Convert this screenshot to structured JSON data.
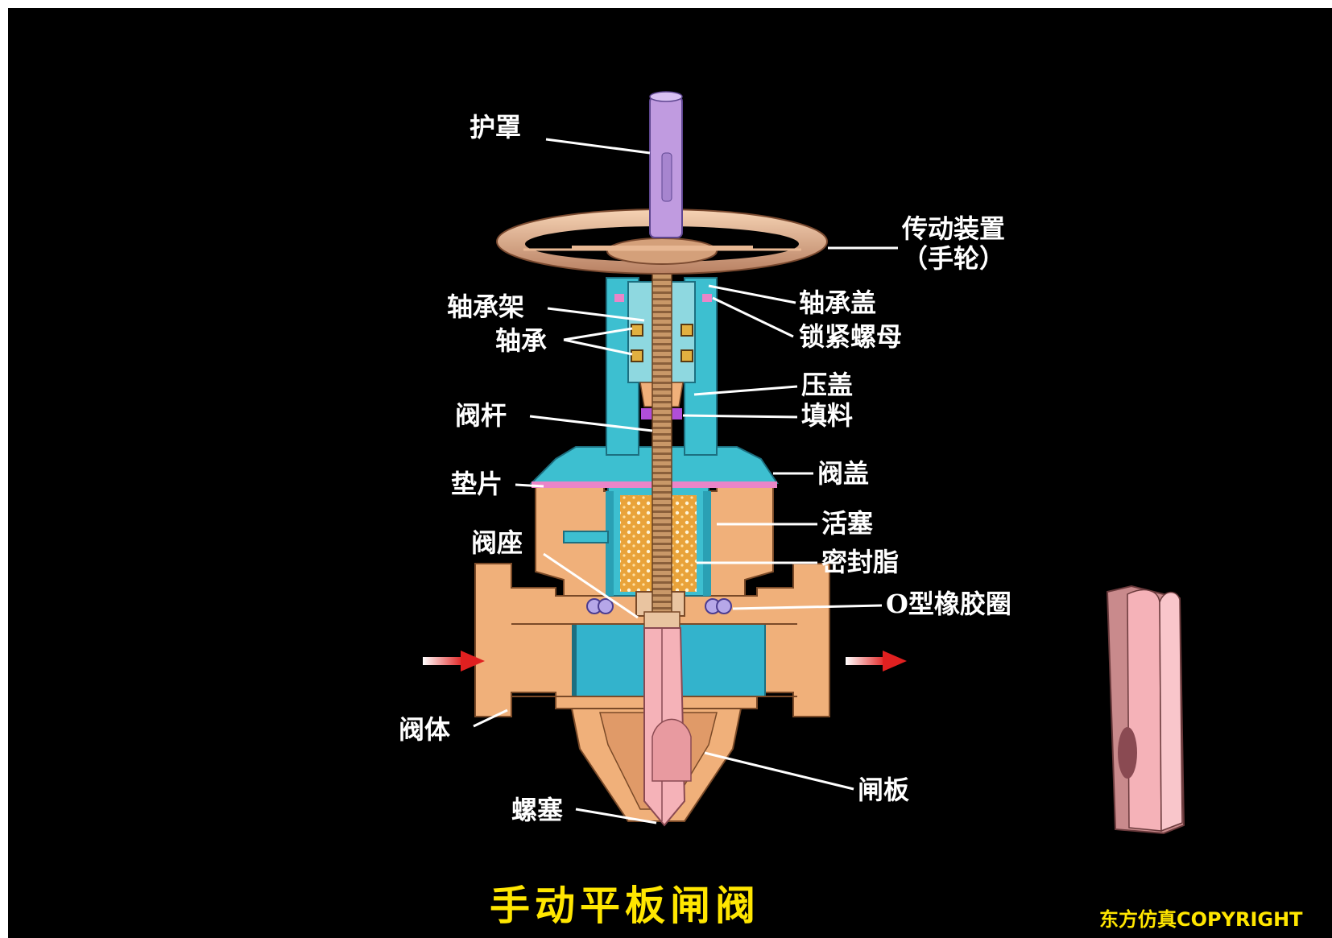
{
  "labels": {
    "hu_zhao": "护罩",
    "chuandong_l1": "传动装置",
    "chuandong_l2": "（手轮）",
    "zhouchengjia": "轴承架",
    "zhoucheng": "轴承",
    "zhouchenggai": "轴承盖",
    "suojinluomu": "锁紧螺母",
    "yagai": "压盖",
    "tianliao": "填料",
    "fagan": "阀杆",
    "dianpian": "垫片",
    "fagai": "阀盖",
    "huosai": "活塞",
    "fazuo": "阀座",
    "mifengzhi": "密封脂",
    "o_ring": "O型橡胶圈",
    "fati": "阀体",
    "zhaban": "闸板",
    "luosai": "螺塞"
  },
  "title": "手动平板闸阀",
  "copyright": "东方仿真COPYRIGHT",
  "colors": {
    "background": "#000000",
    "body": "#f0b07a",
    "water": "#33b3cc",
    "bonnet": "#3dbfd0",
    "cover": "#c09be0",
    "handwheel": "#e8b894",
    "stem": "#d9a97a",
    "gate": "#f5b2b8",
    "label": "#ffffff",
    "title": "#ffe600",
    "arrow": "#e02020"
  }
}
